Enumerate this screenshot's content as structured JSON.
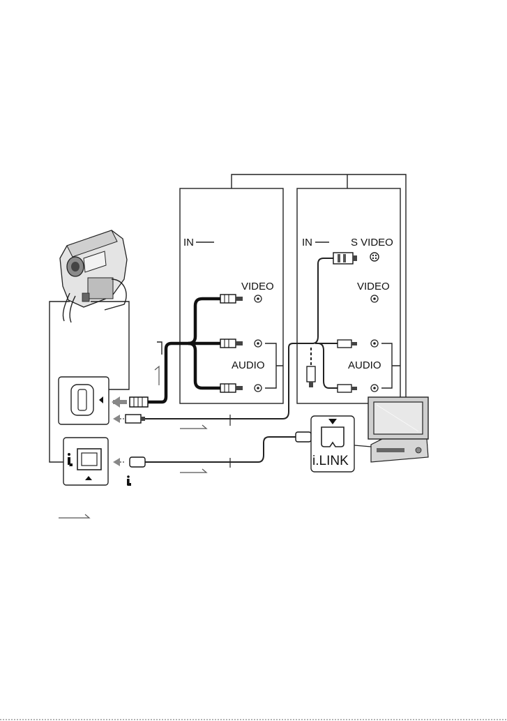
{
  "left_panel": {
    "in_label": "IN",
    "video_label": "VIDEO",
    "audio_label": "AUDIO"
  },
  "right_panel": {
    "in_label": "IN",
    "s_video_label": "S VIDEO",
    "video_label": "VIDEO",
    "audio_label": "AUDIO"
  },
  "ilink_box": {
    "label": "i.LINK"
  },
  "colors": {
    "line": "#111111",
    "arrow_gray": "#888888",
    "device_fill": "#cfcfcf"
  }
}
